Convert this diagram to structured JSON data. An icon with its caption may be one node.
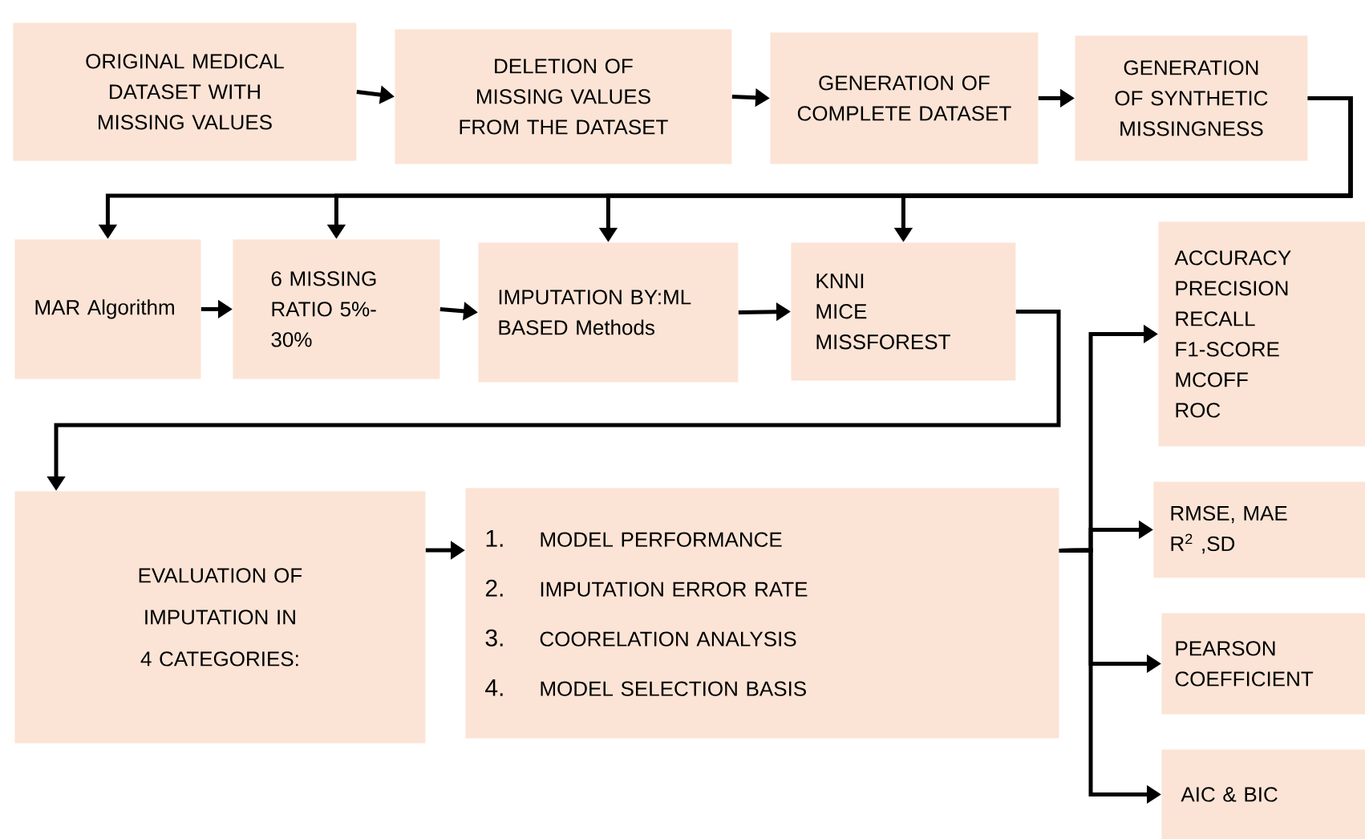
{
  "diagram": {
    "nodes": [
      {
        "text": [
          "ORIGINAL MEDICAL DATASET WITH MISSING VALUES"
        ]
      },
      {
        "text": [
          "DELETION OF MISSING VALUES FROM THE DATASET"
        ]
      },
      {
        "text": [
          "GENERATION OF COMPLETE DATASET"
        ]
      },
      {
        "text": [
          "GENERATION OF SYNTHETIC MISSINGNESS"
        ]
      },
      {
        "text": [
          "MAR Algorithm"
        ]
      },
      {
        "text": [
          "6 MISSING RATIO 5%-30%"
        ]
      },
      {
        "text": [
          "IMPUTATION BY:ML BASED Methods"
        ]
      },
      {
        "text": [
          "KNNI",
          "MICE",
          "MISSFOREST"
        ]
      },
      {
        "text": [
          "EVALUATION OF IMPUTATION IN 4 CATEGORIES:"
        ]
      },
      {
        "text": [
          "1.",
          "MODEL PERFORMANCE",
          "2.",
          "IMPUTATION ERROR RATE",
          "3.",
          "COORELATION ANALYSIS",
          "4.",
          "MODEL SELECTION BASIS"
        ]
      },
      {
        "text": [
          "ACCURACY",
          "PRECISION",
          "RECALL",
          "F1-SCORE",
          "MCOFF",
          "ROC"
        ]
      },
      {
        "text": [
          "RMSE, MAE",
          "R$^{2}$ ,SD"
        ]
      },
      {
        "text": [
          "PEARSON COEFFICIENT"
        ]
      },
      {
        "text": [
          "AIC & BIC"
        ]
      }
    ],
    "edges": [
      {
        "from": 0,
        "to": 1,
        "arrow": "to"
      },
      {
        "from": 1,
        "to": 2,
        "arrow": "to"
      },
      {
        "from": 2,
        "to": 3,
        "arrow": "to"
      },
      {
        "from": 3,
        "to": 4,
        "arrow": "to"
      },
      {
        "from": 3,
        "to": 5,
        "arrow": "to"
      },
      {
        "from": 3,
        "to": 6,
        "arrow": "to"
      },
      {
        "from": 3,
        "to": 7,
        "arrow": "to"
      },
      {
        "from": 4,
        "to": 5,
        "arrow": "to"
      },
      {
        "from": 5,
        "to": 6,
        "arrow": "to"
      },
      {
        "from": 6,
        "to": 7,
        "arrow": "to"
      },
      {
        "from": 7,
        "to": 8,
        "arrow": "to"
      },
      {
        "from": 8,
        "to": 9,
        "arrow": "to"
      },
      {
        "from": 9,
        "to": 10,
        "arrow": "to"
      },
      {
        "from": 9,
        "to": 11,
        "arrow": "to"
      },
      {
        "from": 9,
        "to": 12,
        "arrow": "to"
      },
      {
        "from": 9,
        "to": 13,
        "arrow": "to"
      }
    ]
  }
}
